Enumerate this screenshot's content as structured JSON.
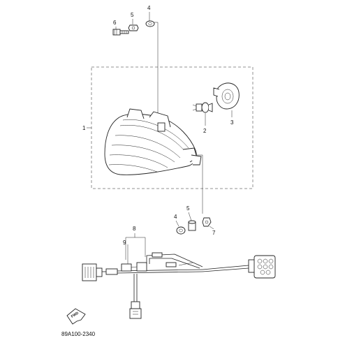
{
  "callouts": {
    "c1": "1",
    "c2": "2",
    "c3": "3",
    "c4a": "4",
    "c5a": "5",
    "c6": "6",
    "c4b": "4",
    "c5b": "5",
    "c7": "7",
    "c8": "8",
    "c9": "9"
  },
  "fwd_label": "FWD",
  "diagram_code": "89A100-2340"
}
